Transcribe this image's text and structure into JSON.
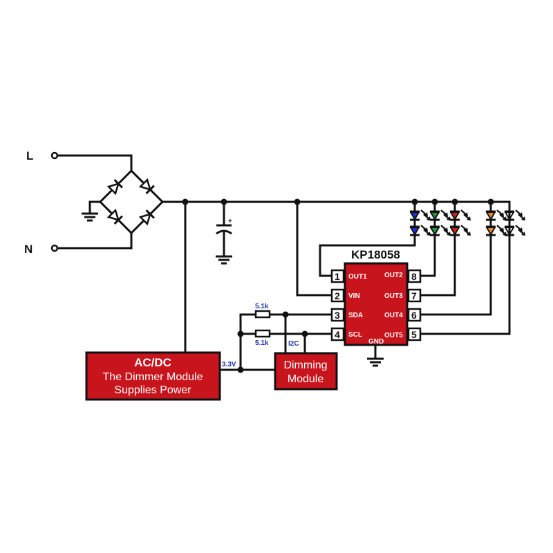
{
  "terminals": {
    "line": "L",
    "neutral": "N"
  },
  "ic": {
    "name": "KP18058",
    "pins_left": [
      {
        "num": "1",
        "label": "OUT1"
      },
      {
        "num": "2",
        "label": "VIN"
      },
      {
        "num": "3",
        "label": "SDA"
      },
      {
        "num": "4",
        "label": "SCL"
      }
    ],
    "pins_right": [
      {
        "num": "8",
        "label": "OUT2"
      },
      {
        "num": "7",
        "label": "OUT3"
      },
      {
        "num": "6",
        "label": "OUT4"
      },
      {
        "num": "5",
        "label": "OUT5"
      }
    ],
    "gnd_label": "GND"
  },
  "resistors": {
    "r1": "5.1k",
    "r2": "5.1k"
  },
  "net_labels": {
    "i2c": "I2C",
    "v33": "3.3V"
  },
  "capacitor": {
    "polarity": "+"
  },
  "blocks": {
    "acdc": {
      "title": "AC/DC",
      "line1": "The Dimmer Module",
      "line2": "Supplies Power"
    },
    "dimming": {
      "line1": "Dimming",
      "line2": "Module"
    }
  },
  "led_columns": [
    {
      "channel": "OUT1",
      "color": "#1f2fd8"
    },
    {
      "channel": "OUT2",
      "color": "#1e9a3c"
    },
    {
      "channel": "OUT3",
      "color": "#d81e1e"
    },
    {
      "channel": "OUT4",
      "color": "#f08a24"
    },
    {
      "channel": "OUT5",
      "color": "#ffffff"
    }
  ],
  "colors": {
    "block_red": "#c8141c",
    "label_blue": "#1a2fb0",
    "wire": "#111111"
  }
}
